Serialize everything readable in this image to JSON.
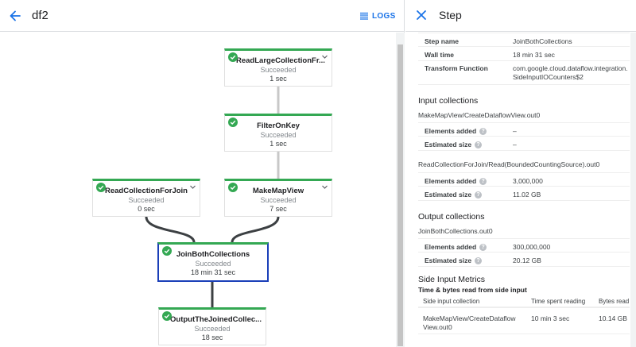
{
  "header": {
    "job_title": "df2",
    "logs_label": "LOGS"
  },
  "panel": {
    "title": "Step"
  },
  "nodes": [
    {
      "name": "ReadLargeCollectionFr...",
      "status": "Succeeded",
      "time": "1 sec"
    },
    {
      "name": "FilterOnKey",
      "status": "Succeeded",
      "time": "1 sec"
    },
    {
      "name": "ReadCollectionForJoin",
      "status": "Succeeded",
      "time": "0 sec"
    },
    {
      "name": "MakeMapView",
      "status": "Succeeded",
      "time": "7 sec"
    },
    {
      "name": "JoinBothCollections",
      "status": "Succeeded",
      "time": "18 min 31 sec"
    },
    {
      "name": "OutputTheJoinedCollec...",
      "status": "Succeeded",
      "time": "18 sec"
    }
  ],
  "step_info": {
    "step_name_label": "Step name",
    "step_name": "JoinBothCollections",
    "wall_time_label": "Wall time",
    "wall_time": "18 min 31 sec",
    "transform_label": "Transform Function",
    "transform_line1": "com.google.cloud.dataflow.integration.",
    "transform_line2": "SideInputIOCounters$2"
  },
  "input": {
    "title": "Input collections",
    "c1_name": "MakeMapView/CreateDataflowView.out0",
    "c1_added_label": "Elements added",
    "c1_added": "–",
    "c1_size_label": "Estimated size",
    "c1_size": "–",
    "c2_name": "ReadCollectionForJoin/Read(BoundedCountingSource).out0",
    "c2_added_label": "Elements added",
    "c2_added": "3,000,000",
    "c2_size_label": "Estimated size",
    "c2_size": "11.02 GB"
  },
  "output": {
    "title": "Output collections",
    "c_name": "JoinBothCollections.out0",
    "added_label": "Elements added",
    "added": "300,000,000",
    "size_label": "Estimated size",
    "size": "20.12 GB"
  },
  "side": {
    "title": "Side Input Metrics",
    "subtitle": "Time & bytes read from side input",
    "col1": "Side input collection",
    "col2": "Time spent reading",
    "col3": "Bytes read",
    "row_name1": "MakeMapView/CreateDataflow",
    "row_name2": "View.out0",
    "row_time": "10 min 3 sec",
    "row_bytes": "10.14 GB"
  }
}
